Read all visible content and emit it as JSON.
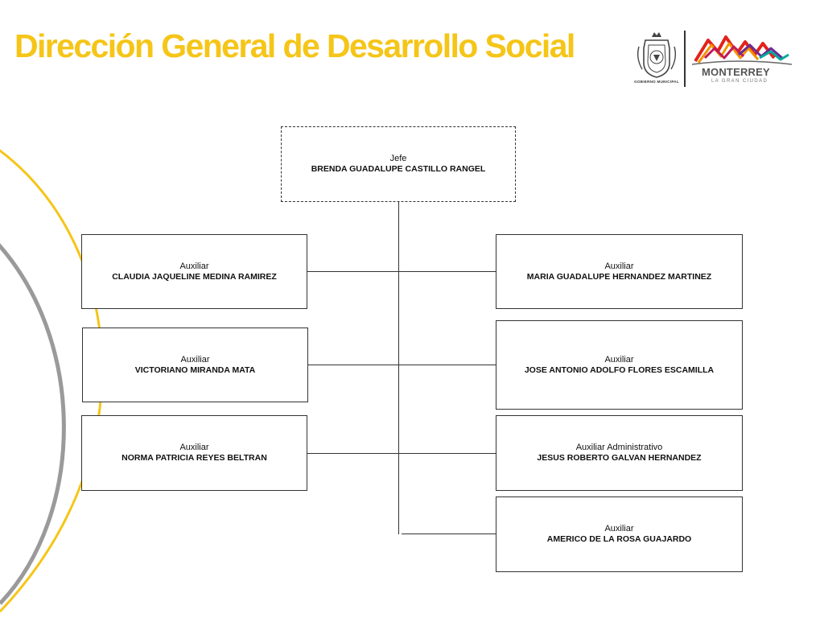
{
  "header": {
    "title": "Dirección General de Desarrollo Social",
    "seal_caption": "GOBIERNO MUNICIPAL",
    "brand_name": "MONTERREY",
    "brand_tagline": "LA GRAN CIUDAD"
  },
  "colors": {
    "title": "#f5c518",
    "arc_yellow": "#f5c518",
    "arc_gray": "#9a9a9a",
    "brand_red": "#e2231a",
    "brand_orange": "#f39200",
    "brand_magenta": "#c2185b",
    "brand_purple": "#6a2c91",
    "brand_teal": "#00a99d"
  },
  "org": {
    "head": {
      "role": "Jefe",
      "name": "BRENDA GUADALUPE CASTILLO RANGEL"
    },
    "left": [
      {
        "role": "Auxiliar",
        "name": "CLAUDIA JAQUELINE MEDINA RAMIREZ"
      },
      {
        "role": "Auxiliar",
        "name": "VICTORIANO MIRANDA MATA"
      },
      {
        "role": "Auxiliar",
        "name": "NORMA PATRICIA REYES BELTRAN"
      }
    ],
    "right": [
      {
        "role": "Auxiliar",
        "name": "MARIA GUADALUPE HERNANDEZ MARTINEZ"
      },
      {
        "role": "Auxiliar",
        "name": "JOSE ANTONIO ADOLFO FLORES ESCAMILLA"
      },
      {
        "role": "Auxiliar Administrativo",
        "name": "JESUS ROBERTO GALVAN HERNANDEZ"
      },
      {
        "role": "Auxiliar",
        "name": "AMERICO DE LA ROSA GUAJARDO"
      }
    ]
  }
}
